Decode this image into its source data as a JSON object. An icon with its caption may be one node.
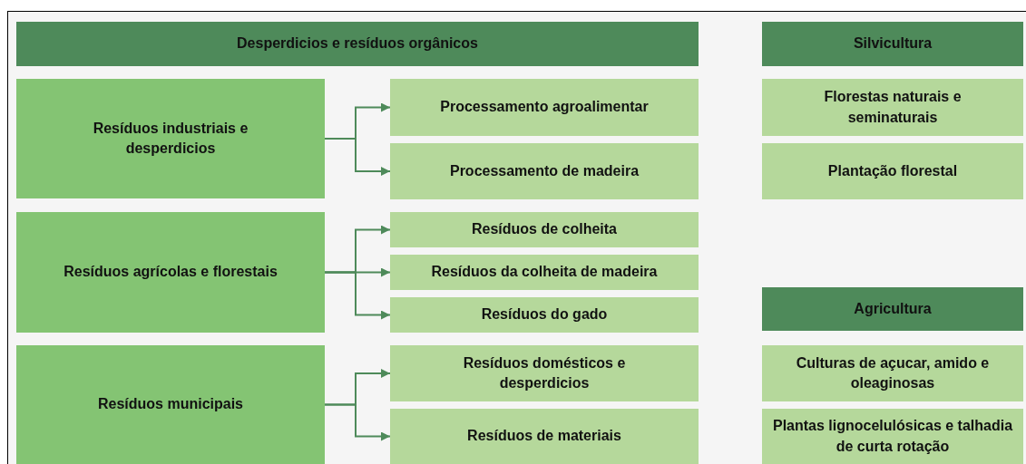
{
  "diagram": {
    "nodes": [
      {
        "text": [
          "Desperdicios e resíduos orgânicos"
        ]
      },
      {
        "text": [
          "Silvicultura"
        ]
      },
      {
        "text": [
          "Resíduos industriais e desperdicios"
        ]
      },
      {
        "text": [
          "Processamento agroalimentar"
        ]
      },
      {
        "text": [
          "Processamento de madeira"
        ]
      },
      {
        "text": [
          "Florestas naturais e seminaturais"
        ]
      },
      {
        "text": [
          "Plantação florestal"
        ]
      },
      {
        "text": [
          "Resíduos agrícolas e florestais"
        ]
      },
      {
        "text": [
          "Resíduos de colheita"
        ]
      },
      {
        "text": [
          "Resíduos da colheita de madeira"
        ]
      },
      {
        "text": [
          "Resíduos do gado"
        ]
      },
      {
        "text": [
          "Agricultura"
        ]
      },
      {
        "text": [
          "Resíduos municipais"
        ]
      },
      {
        "text": [
          "Resíduos domésticos e desperdicios"
        ]
      },
      {
        "text": [
          "Resíduos de materiais"
        ]
      },
      {
        "text": [
          "Culturas de açucar, amido e oleaginosas"
        ]
      },
      {
        "text": [
          "Plantas lignocelulósicas e talhadia de curta rotação"
        ]
      }
    ],
    "edges": [
      {
        "from": 2,
        "to": 3,
        "arrow": "to"
      },
      {
        "from": 2,
        "to": 4,
        "arrow": "to"
      },
      {
        "from": 7,
        "to": 8,
        "arrow": "to"
      },
      {
        "from": 7,
        "to": 9,
        "arrow": "to"
      },
      {
        "from": 7,
        "to": 10,
        "arrow": "to"
      },
      {
        "from": 12,
        "to": 13,
        "arrow": "to"
      },
      {
        "from": 12,
        "to": 14,
        "arrow": "to"
      }
    ]
  }
}
